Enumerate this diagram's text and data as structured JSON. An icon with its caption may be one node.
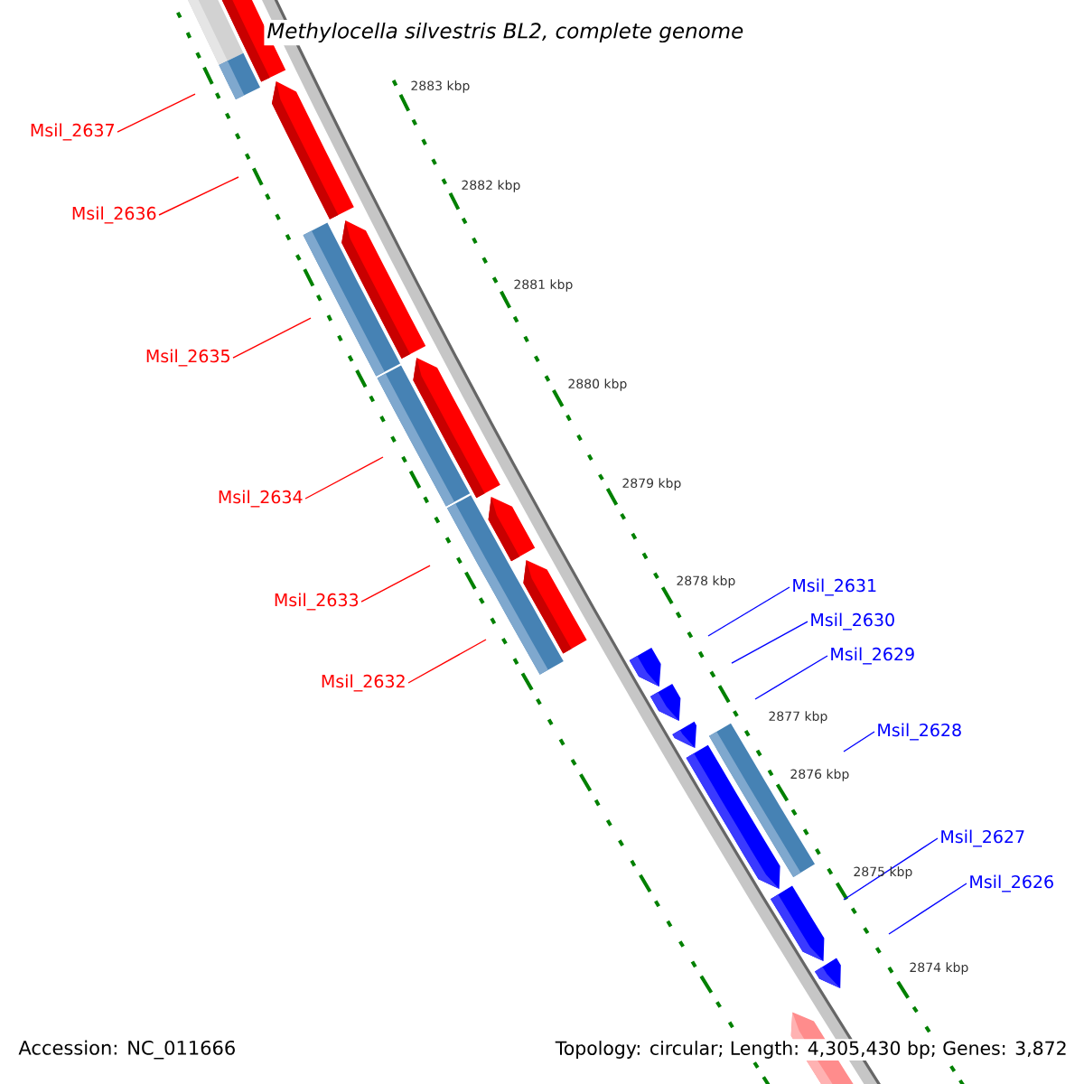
{
  "diagram": {
    "title": "Methylocella silvestris BL2, complete genome",
    "nodes": [
      {
        "text": [
          "Msil_2637"
        ]
      },
      {
        "text": [
          "Msil_2636"
        ]
      },
      {
        "text": [
          "Msil_2635"
        ]
      },
      {
        "text": [
          "Msil_2634"
        ]
      },
      {
        "text": [
          "Msil_2633"
        ]
      },
      {
        "text": [
          "Msil_2632"
        ]
      },
      {
        "text": [
          "Msil_2631"
        ]
      },
      {
        "text": [
          "Msil_2630"
        ]
      },
      {
        "text": [
          "Msil_2629"
        ]
      },
      {
        "text": [
          "Msil_2628"
        ]
      },
      {
        "text": [
          "Msil_2627"
        ]
      },
      {
        "text": [
          "Msil_2626"
        ]
      }
    ],
    "edges": [
      {
        "from": 0,
        "to": null,
        "arrow": "none",
        "color": "#ff0000"
      },
      {
        "from": 1,
        "to": null,
        "arrow": "none",
        "color": "#ff0000"
      },
      {
        "from": 2,
        "to": null,
        "arrow": "none",
        "color": "#ff0000"
      },
      {
        "from": 3,
        "to": null,
        "arrow": "none",
        "color": "#ff0000"
      },
      {
        "from": 4,
        "to": null,
        "arrow": "none",
        "color": "#ff0000"
      },
      {
        "from": 5,
        "to": null,
        "arrow": "none",
        "color": "#ff0000"
      },
      {
        "from": 6,
        "to": null,
        "arrow": "none",
        "color": "#0000ff"
      },
      {
        "from": 7,
        "to": null,
        "arrow": "none",
        "color": "#0000ff"
      },
      {
        "from": 8,
        "to": null,
        "arrow": "none",
        "color": "#0000ff"
      },
      {
        "from": 9,
        "to": null,
        "arrow": "none",
        "color": "#0000ff"
      },
      {
        "from": 10,
        "to": null,
        "arrow": "none",
        "color": "#0000ff"
      },
      {
        "from": 11,
        "to": null,
        "arrow": "none",
        "color": "#0000ff"
      }
    ],
    "labels": [
      "2883 kbp",
      "2882 kbp",
      "2881 kbp",
      "2880 kbp",
      "2879 kbp",
      "2878 kbp",
      "2877 kbp",
      "2876 kbp",
      "2875 kbp",
      "2874 kbp",
      "Accession: NC_011666",
      "Topology: circular; Length: 4,305,430 bp; Genes: 3,872"
    ]
  }
}
